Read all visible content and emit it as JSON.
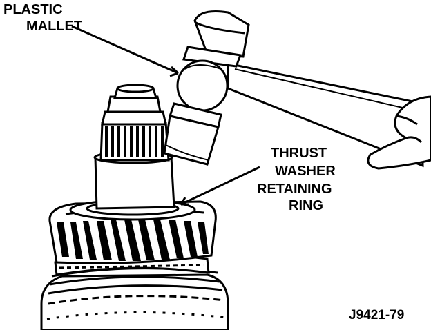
{
  "labels": {
    "mallet_line1": "PLASTIC",
    "mallet_line2": "MALLET",
    "ring_line1": "THRUST",
    "ring_line2": "WASHER",
    "ring_line3": "RETAINING",
    "ring_line4": "RING"
  },
  "figure_code": "J9421-79",
  "colors": {
    "ink": "#000000",
    "paper": "#ffffff"
  },
  "icons": [
    "plastic-mallet-icon",
    "hand-icon",
    "helical-gear-icon",
    "synchronizer-hub-icon",
    "retaining-ring-icon",
    "output-shaft-icon"
  ]
}
